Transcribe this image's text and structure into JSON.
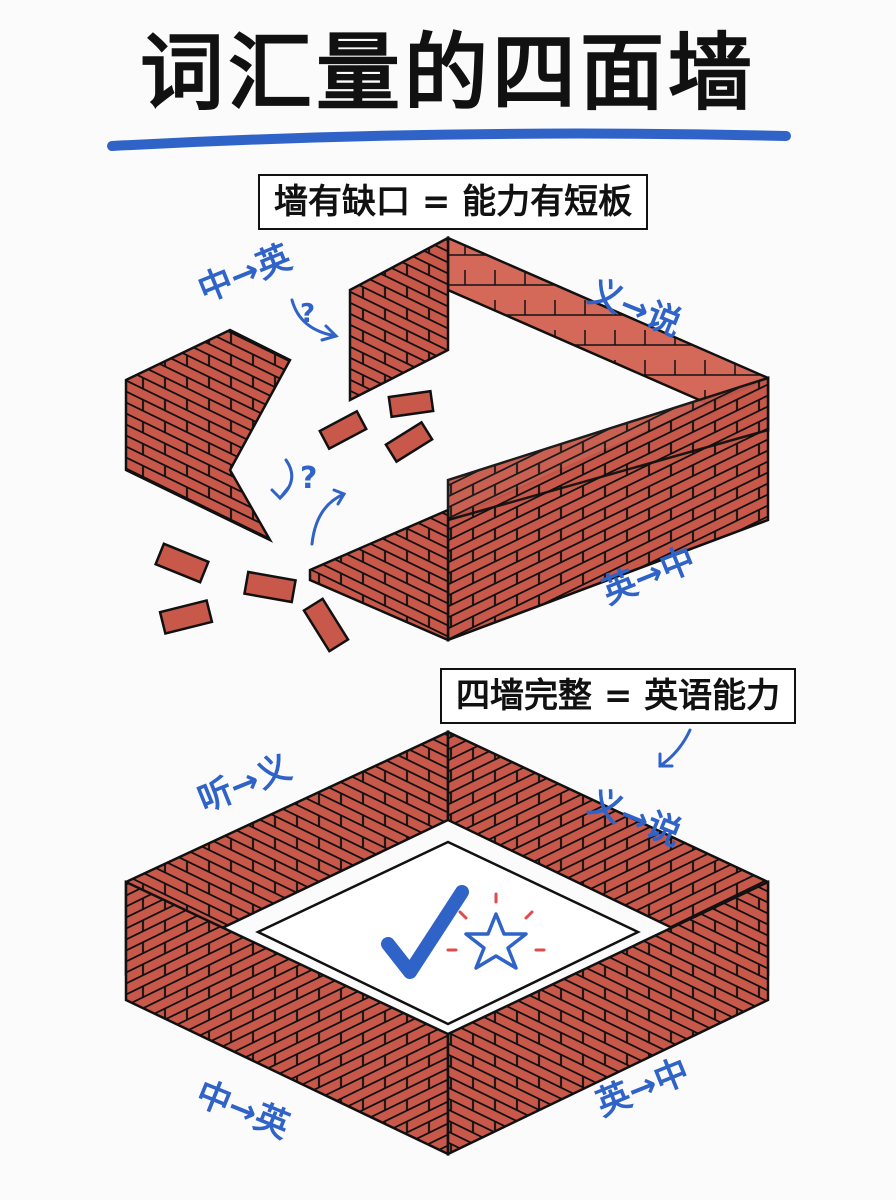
{
  "title": "词汇量的四面墙",
  "top_diagram": {
    "label": "墙有缺口 = 能力有短板",
    "notes": {
      "top_left": "中→英",
      "top_right": "义→说",
      "bottom_right": "英→中"
    },
    "question_marks": [
      "?",
      "?"
    ]
  },
  "bottom_diagram": {
    "label": "四墙完整 = 英语能力",
    "notes": {
      "top_left": "听→义",
      "top_right": "义→说",
      "bottom_left": "中→英",
      "bottom_right": "英→中"
    }
  },
  "colors": {
    "brick": "#c8584a",
    "mortar": "#111111",
    "accent": "#2f63c8",
    "star_burst": "#e04a4a"
  }
}
